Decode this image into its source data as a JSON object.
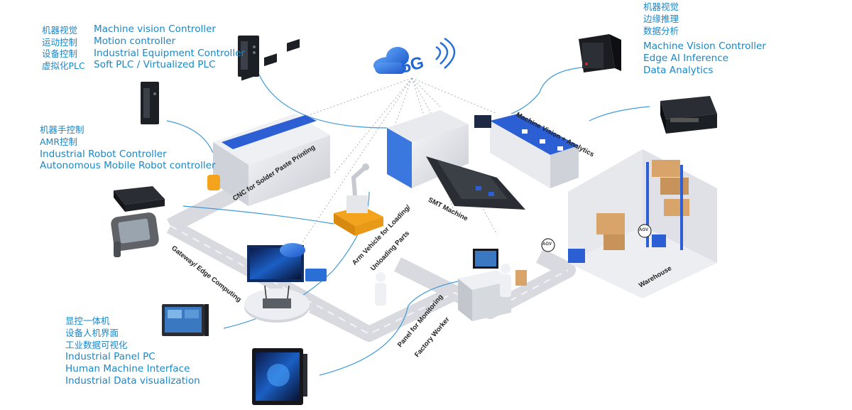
{
  "colors": {
    "text_blue": "#1a87c7",
    "cloud_blue": "#2a6fd6",
    "conveyor_blue": "#2c5fd3",
    "floor": "#d9dbe0",
    "orange": "#f4a41c"
  },
  "labels": {
    "top_left": [
      "机器视觉",
      "运动控制",
      "设备控制",
      "虚拟化PLC"
    ],
    "top_left_en": [
      "Machine vision Controller",
      "Motion controller",
      "Industrial Equipment Controller",
      "Soft PLC / Virtualized PLC"
    ],
    "robot_zh": [
      "机器手控制",
      "AMR控制"
    ],
    "robot_en": [
      "Industrial Robot Controller",
      "Autonomous Mobile Robot controller"
    ],
    "top_right_zh": [
      "机器视觉",
      "边缘推理",
      "数据分析"
    ],
    "top_right_en": [
      "Machine Vision Controller",
      "Edge AI Inference",
      "Data Analytics"
    ],
    "panel_zh": [
      "显控一体机",
      "设备人机界面",
      "工业数据可视化"
    ],
    "panel_en": [
      "Industrial Panel PC",
      "Human Machine Interface",
      "Industrial Data visualization"
    ]
  },
  "badge": "5G",
  "areas": {
    "cnc": "CNC for Solder Paste Printing",
    "smt": "SMT Machine",
    "vision": "Machine Vision + Analytics",
    "arm": "Arm Vehicle for Loading/",
    "arm2": "Unloading Parts",
    "gateway": "Gateway/ Edge Computing",
    "panel": "Panel for Monitoring",
    "worker": "Factory Worker",
    "warehouse": "Warehouse",
    "agv": "AGV"
  }
}
